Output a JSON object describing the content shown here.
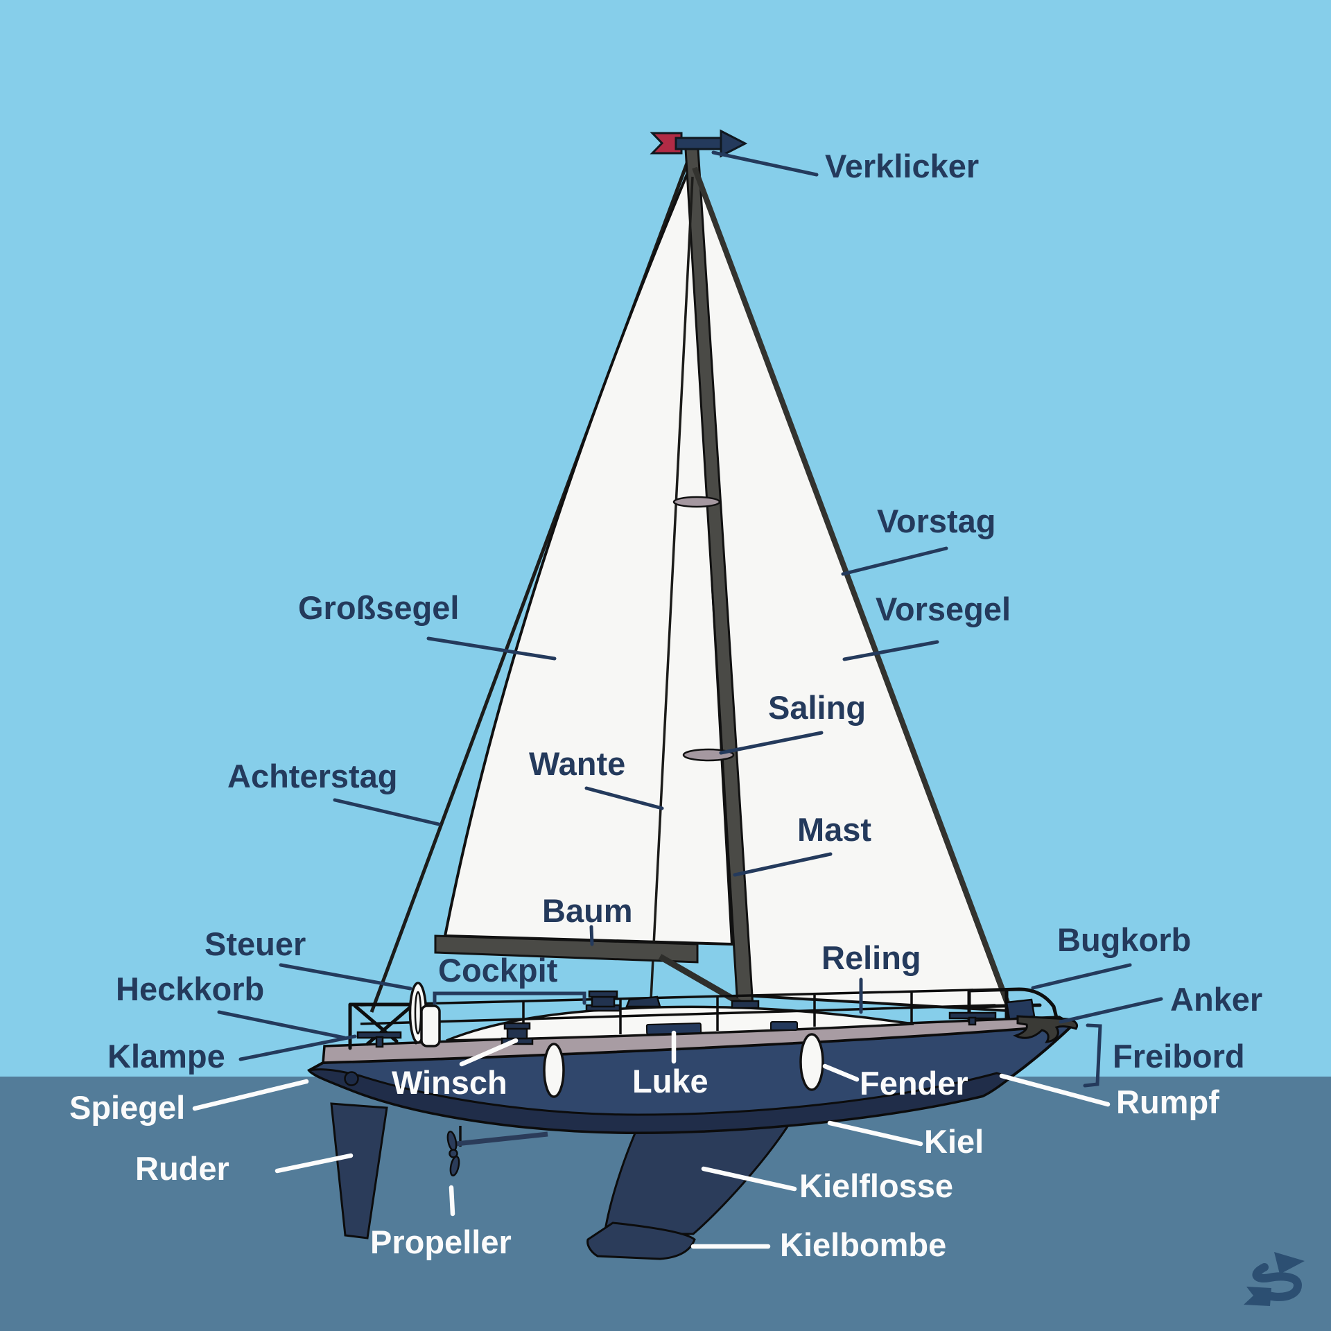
{
  "diagram_title": "Sailboat parts diagram (German)",
  "labels": {
    "verklicker": "Verklicker",
    "vorstag": "Vorstag",
    "vorsegel": "Vorsegel",
    "grosssegel": "Großsegel",
    "saling": "Saling",
    "wante": "Wante",
    "achterstag": "Achterstag",
    "mast": "Mast",
    "baum": "Baum",
    "cockpit": "Cockpit",
    "steuer": "Steuer",
    "heckkorb": "Heckkorb",
    "klampe": "Klampe",
    "reling": "Reling",
    "bugkorb": "Bugkorb",
    "anker": "Anker",
    "freibord": "Freibord",
    "winsch": "Winsch",
    "luke": "Luke",
    "fender": "Fender",
    "spiegel": "Spiegel",
    "rumpf": "Rumpf",
    "ruder": "Ruder",
    "propeller": "Propeller",
    "kiel": "Kiel",
    "kielflosse": "Kielflosse",
    "kielbombe": "Kielbombe"
  },
  "icons": {
    "logo": "s-arrow-logo",
    "wind_indicator": "wind-vane-arrow-icon"
  },
  "colors": {
    "sky": "#86CEEA",
    "water": "#537C99",
    "navy": "#243A5C",
    "sail": "#F7F7F5",
    "mast": "#4A4A46",
    "spreader": "#A598A0",
    "deck": "#A89CA3",
    "hull-upper": "#30476C",
    "hull-lower": "#202D49",
    "appendage": "#2B3C5A",
    "flag": "#B12B45",
    "logo": "#2C4F72"
  }
}
